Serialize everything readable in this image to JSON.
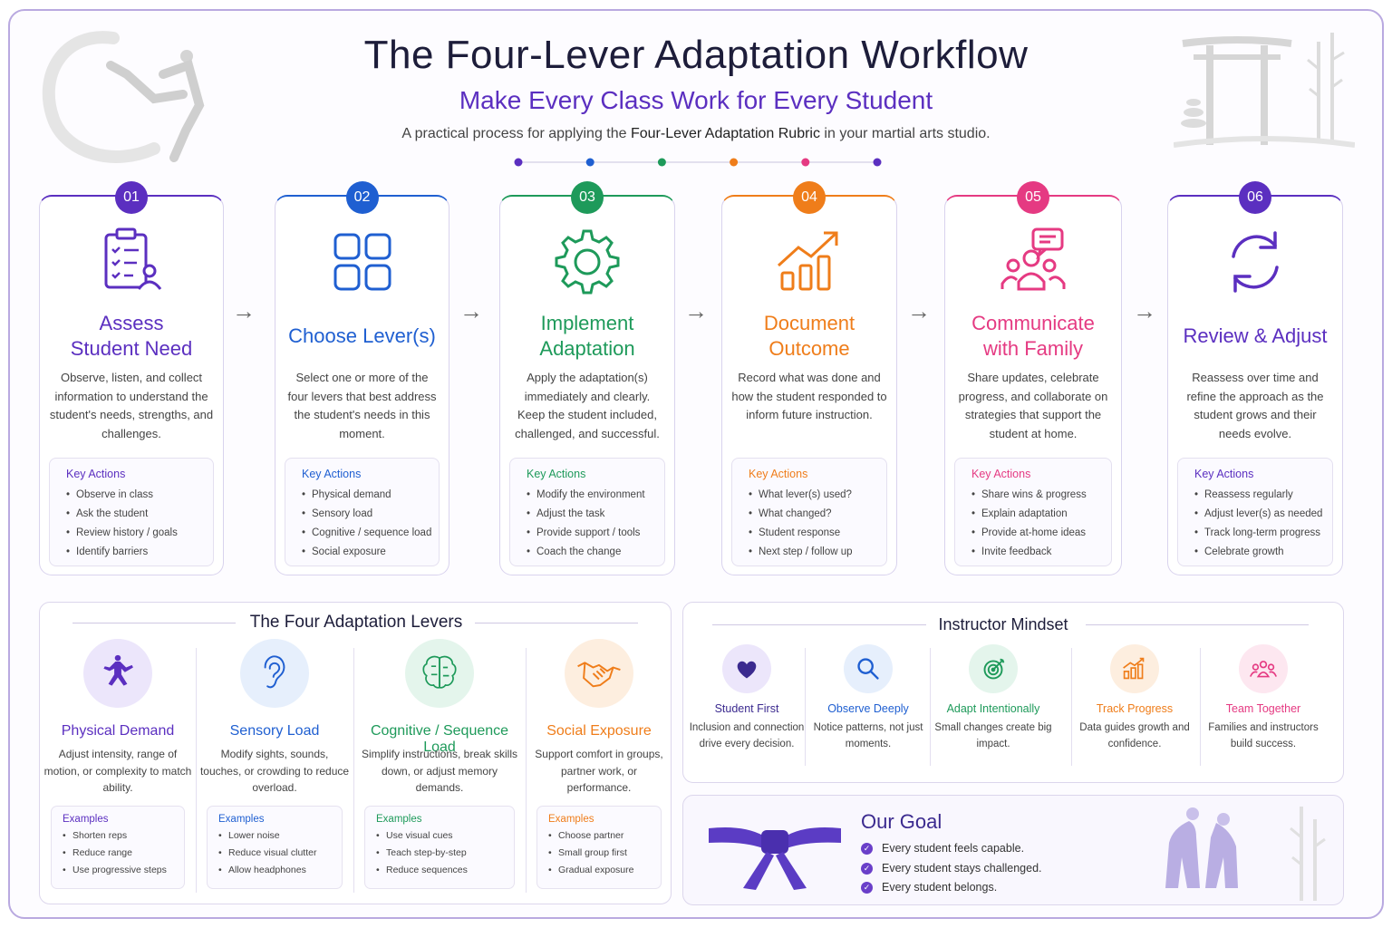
{
  "header": {
    "title": "The Four-Lever Adaptation Workflow",
    "subtitle": "Make Every Class Work for Every Student",
    "intro_pre": "A practical process for applying the ",
    "intro_bold": "Four-Lever Adaptation Rubric",
    "intro_post": " in your martial arts studio."
  },
  "steps": [
    {
      "num": "01",
      "title": "Assess\nStudent Need",
      "color": "#5b2fc0",
      "icon": "clipboard-user-icon",
      "desc": "Observe, listen, and collect information to understand the student's needs, strengths, and challenges.",
      "key_title": "Key Actions",
      "actions": [
        "Observe in class",
        "Ask the student",
        "Review history / goals",
        "Identify barriers"
      ]
    },
    {
      "num": "02",
      "title": "Choose Lever(s)",
      "color": "#1f5fd1",
      "icon": "grid-icon",
      "desc": "Select one or more of the four levers that best address the student's needs in this moment.",
      "key_title": "Key Actions",
      "actions": [
        "Physical demand",
        "Sensory load",
        "Cognitive / sequence load",
        "Social exposure"
      ]
    },
    {
      "num": "03",
      "title": "Implement\nAdaptation",
      "color": "#1e9a5a",
      "icon": "gear-icon",
      "desc": "Apply the adaptation(s) immediately and clearly. Keep the student included, challenged, and successful.",
      "key_title": "Key Actions",
      "actions": [
        "Modify the environment",
        "Adjust the task",
        "Provide support / tools",
        "Coach the change"
      ]
    },
    {
      "num": "04",
      "title": "Document\nOutcome",
      "color": "#ef7d1a",
      "icon": "growth-chart-icon",
      "desc": "Record what was done and how the student responded to inform future instruction.",
      "key_title": "Key Actions",
      "actions": [
        "What lever(s) used?",
        "What changed?",
        "Student response",
        "Next step / follow up"
      ]
    },
    {
      "num": "05",
      "title": "Communicate\nwith Family",
      "color": "#e53a82",
      "icon": "family-chat-icon",
      "desc": "Share updates, celebrate progress, and collaborate on strategies that support the student at home.",
      "key_title": "Key Actions",
      "actions": [
        "Share wins & progress",
        "Explain adaptation",
        "Provide at-home ideas",
        "Invite feedback"
      ]
    },
    {
      "num": "06",
      "title": "Review & Adjust",
      "color": "#5b2fc0",
      "icon": "refresh-icon",
      "desc": "Reassess over time and refine the approach as the student grows and their needs evolve.",
      "key_title": "Key Actions",
      "actions": [
        "Reassess regularly",
        "Adjust lever(s) as needed",
        "Track long-term progress",
        "Celebrate growth"
      ]
    }
  ],
  "levers": {
    "title": "The Four Adaptation Levers",
    "items": [
      {
        "title": "Physical Demand",
        "color": "#5b2fc0",
        "bg": "#ece6fb",
        "icon": "martial-artist-icon",
        "desc": "Adjust intensity, range of motion, or complexity to match ability.",
        "ex_title": "Examples",
        "examples": [
          "Shorten reps",
          "Reduce range",
          "Use progressive steps"
        ]
      },
      {
        "title": "Sensory Load",
        "color": "#1f5fd1",
        "bg": "#e6effc",
        "icon": "ear-icon",
        "desc": "Modify sights, sounds, touches, or crowding to reduce overload.",
        "ex_title": "Examples",
        "examples": [
          "Lower noise",
          "Reduce visual clutter",
          "Allow headphones"
        ]
      },
      {
        "title": "Cognitive / Sequence Load",
        "color": "#1e9a5a",
        "bg": "#e4f5ec",
        "icon": "brain-icon",
        "desc": "Simplify instructions, break skills down, or adjust memory demands.",
        "ex_title": "Examples",
        "examples": [
          "Use visual cues",
          "Teach step-by-step",
          "Reduce sequences"
        ]
      },
      {
        "title": "Social Exposure",
        "color": "#ef7d1a",
        "bg": "#fdeedf",
        "icon": "handshake-icon",
        "desc": "Support comfort in groups, partner work, or performance.",
        "ex_title": "Examples",
        "examples": [
          "Choose partner",
          "Small group first",
          "Gradual exposure"
        ]
      }
    ]
  },
  "mindset": {
    "title": "Instructor Mindset",
    "items": [
      {
        "title": "Student First",
        "color": "#3b2a8f",
        "bg": "#ece6fb",
        "icon": "heart-icon",
        "desc": "Inclusion and connection drive every decision."
      },
      {
        "title": "Observe Deeply",
        "color": "#1f5fd1",
        "bg": "#e6effc",
        "icon": "magnifier-icon",
        "desc": "Notice patterns, not just moments."
      },
      {
        "title": "Adapt Intentionally",
        "color": "#1e9a5a",
        "bg": "#e4f5ec",
        "icon": "target-icon",
        "desc": "Small changes create big impact."
      },
      {
        "title": "Track Progress",
        "color": "#ef7d1a",
        "bg": "#fdeedf",
        "icon": "bar-chart-icon",
        "desc": "Data guides growth and confidence."
      },
      {
        "title": "Team Together",
        "color": "#e53a82",
        "bg": "#fde7f0",
        "icon": "team-icon",
        "desc": "Families and instructors build success."
      }
    ]
  },
  "goal": {
    "title": "Our Goal",
    "items": [
      "Every student feels capable.",
      "Every student stays challenged.",
      "Every student belongs."
    ]
  },
  "dot_colors": [
    "#5b2fc0",
    "#1f5fd1",
    "#1e9a5a",
    "#ef7d1a",
    "#e53a82",
    "#5b2fc0"
  ]
}
